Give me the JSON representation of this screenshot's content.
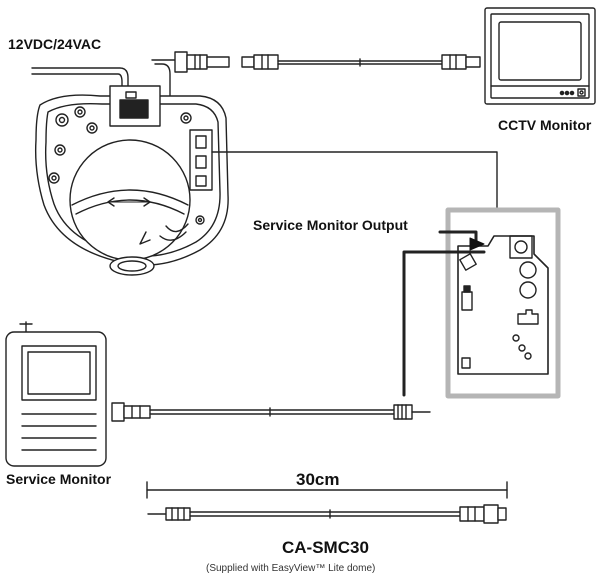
{
  "labels": {
    "power": "12VDC/24VAC",
    "cctv_monitor": "CCTV Monitor",
    "service_monitor_output": "Service Monitor Output",
    "service_monitor": "Service Monitor",
    "cable_length": "30cm",
    "cable_model": "CA-SMC30",
    "supplied_note": "(Supplied with EasyView™ Lite dome)"
  }
}
